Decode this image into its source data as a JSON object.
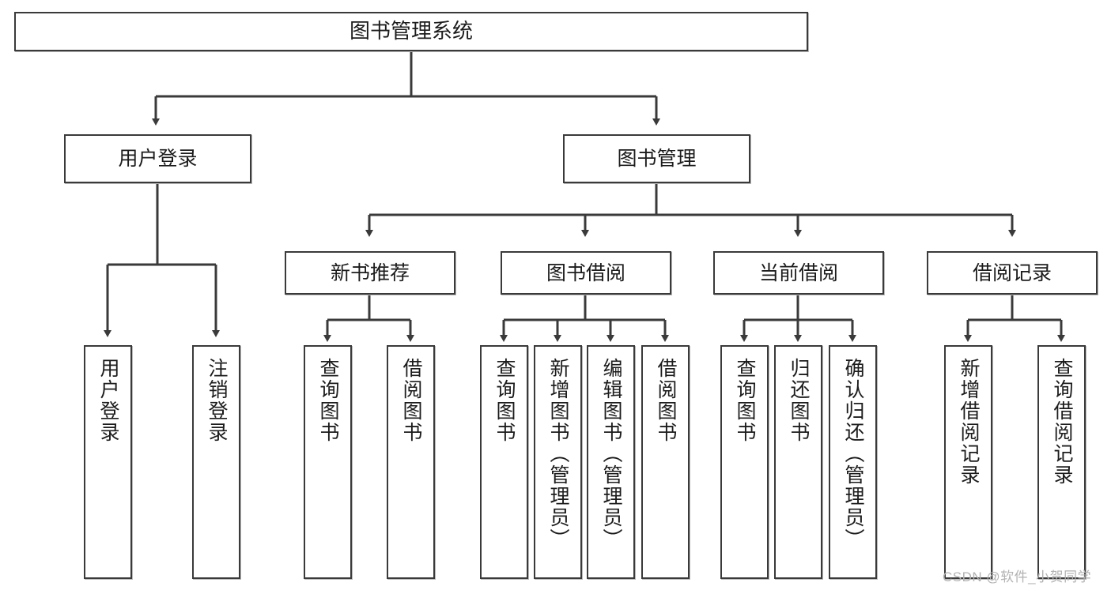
{
  "diagram": {
    "title": "图书管理系统",
    "type": "hierarchy-tree",
    "colors": {
      "box_border": "#3a3a3a",
      "box_fill": "#ffffff",
      "edge": "#3a3a3a",
      "text": "#1c1c1c",
      "watermark": "#b2b2b2",
      "background": "#ffffff"
    },
    "levels": {
      "root": {
        "label": "图书管理系统"
      },
      "level2": [
        {
          "id": "user-login",
          "label": "用户登录"
        },
        {
          "id": "book-management",
          "label": "图书管理"
        }
      ],
      "level3": [
        {
          "id": "new-book-recommend",
          "label": "新书推荐",
          "parent": "book-management"
        },
        {
          "id": "book-borrow",
          "label": "图书借阅",
          "parent": "book-management"
        },
        {
          "id": "current-borrow",
          "label": "当前借阅",
          "parent": "book-management"
        },
        {
          "id": "borrow-record",
          "label": "借阅记录",
          "parent": "book-management"
        }
      ],
      "leaves": [
        {
          "id": "leaf-user-login",
          "label": "用户登录",
          "parent": "user-login"
        },
        {
          "id": "leaf-logout-login",
          "label": "注销登录",
          "parent": "user-login"
        },
        {
          "id": "leaf-query-book-1",
          "label": "查询图书",
          "parent": "new-book-recommend"
        },
        {
          "id": "leaf-borrow-book-1",
          "label": "借阅图书",
          "parent": "new-book-recommend"
        },
        {
          "id": "leaf-query-book-2",
          "label": "查询图书",
          "parent": "book-borrow"
        },
        {
          "id": "leaf-add-book",
          "label": "新增图书（管理员）",
          "parent": "book-borrow"
        },
        {
          "id": "leaf-edit-book",
          "label": "编辑图书（管理员）",
          "parent": "book-borrow"
        },
        {
          "id": "leaf-borrow-book-2",
          "label": "借阅图书",
          "parent": "book-borrow"
        },
        {
          "id": "leaf-query-book-3",
          "label": "查询图书",
          "parent": "current-borrow"
        },
        {
          "id": "leaf-return-book",
          "label": "归还图书",
          "parent": "current-borrow"
        },
        {
          "id": "leaf-confirm-return",
          "label": "确认归还（管理员）",
          "parent": "current-borrow"
        },
        {
          "id": "leaf-add-record",
          "label": "新增借阅记录",
          "parent": "borrow-record"
        },
        {
          "id": "leaf-query-record",
          "label": "查询借阅记录",
          "parent": "borrow-record"
        }
      ]
    },
    "watermark": "CSDN @软件_小贺同学"
  }
}
